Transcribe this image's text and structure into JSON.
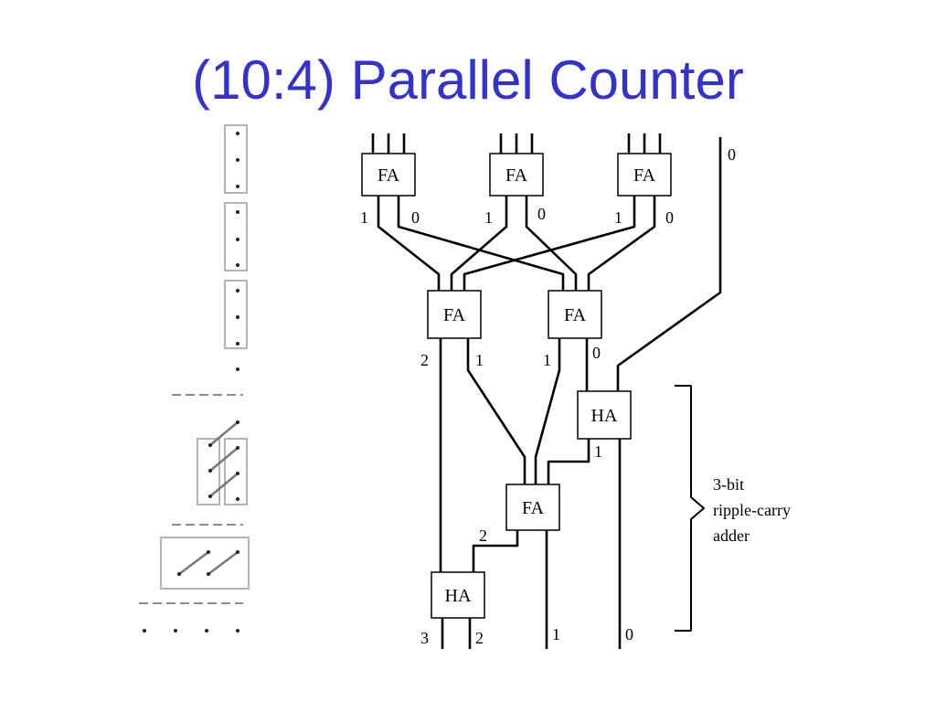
{
  "slide": {
    "title": "(10:4) Parallel Counter"
  },
  "gates": {
    "fa_top_left": "FA",
    "fa_top_mid": "FA",
    "fa_top_right": "FA",
    "fa_mid_left": "FA",
    "fa_mid_right": "FA",
    "ha_right": "HA",
    "fa_bottom": "FA",
    "ha_bottom": "HA"
  },
  "ports": {
    "top_left_carry": "1",
    "top_left_sum": "0",
    "top_mid_carry": "1",
    "top_mid_sum": "0",
    "top_right_carry": "1",
    "top_right_sum": "0",
    "extra_input_weight": "0",
    "mid_left_carry": "2",
    "mid_left_sum": "1",
    "mid_right_carry": "1",
    "mid_right_sum": "0",
    "ha_right_carry": "1",
    "fa_bottom_carry": "2",
    "output_3": "3",
    "output_2": "2",
    "output_1": "1",
    "output_0": "0"
  },
  "annotation": {
    "line1": "3-bit",
    "line2": "ripple-carry",
    "line3": "adder"
  }
}
